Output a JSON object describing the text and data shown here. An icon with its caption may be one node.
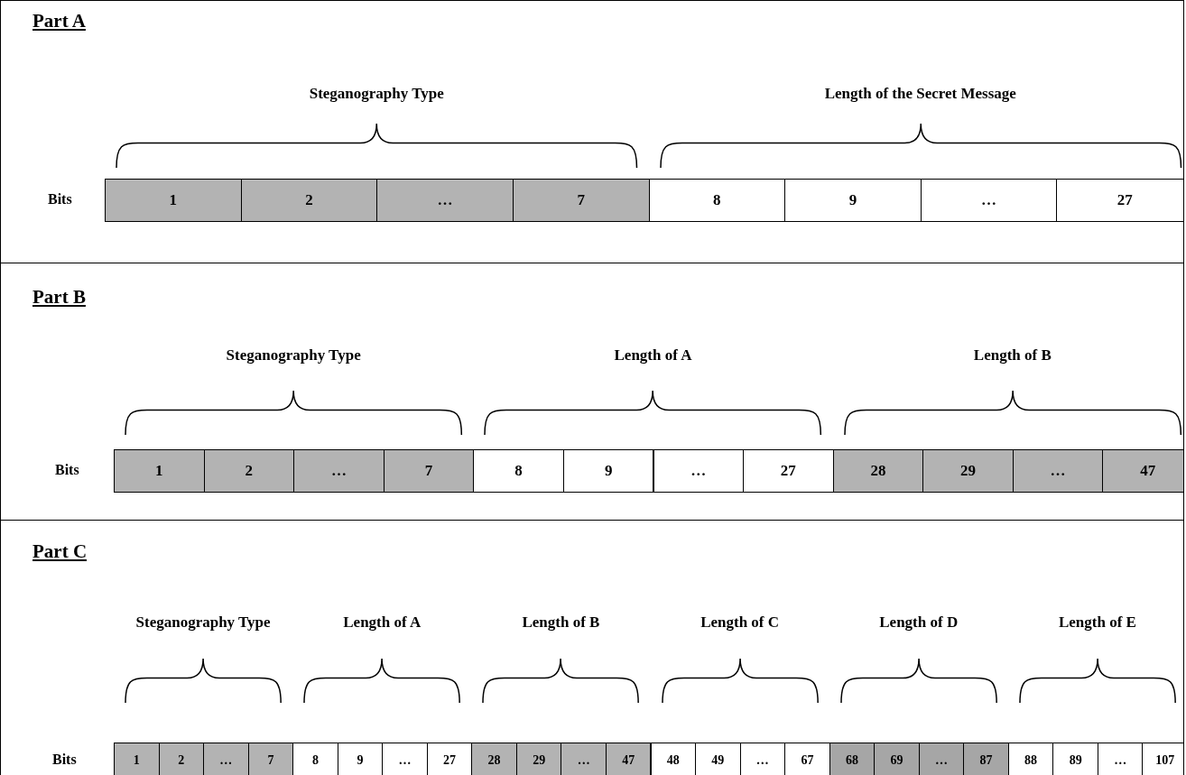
{
  "diagram": {
    "nodes": [
      {
        "text": [
          "Part A"
        ]
      },
      {
        "text": [
          "1"
        ],
        "in": 0
      },
      {
        "text": [
          "2"
        ],
        "in": 0
      },
      {
        "text": [
          "…"
        ],
        "in": 0
      },
      {
        "text": [
          "7"
        ],
        "in": 0
      },
      {
        "text": [
          "8"
        ],
        "in": 0
      },
      {
        "text": [
          "9"
        ],
        "in": 0
      },
      {
        "text": [
          "…"
        ],
        "in": 0
      },
      {
        "text": [
          "27"
        ],
        "in": 0
      },
      {
        "text": [
          "Part B"
        ]
      },
      {
        "text": [
          "1"
        ],
        "in": 9
      },
      {
        "text": [
          "2"
        ],
        "in": 9
      },
      {
        "text": [
          "…"
        ],
        "in": 9
      },
      {
        "text": [
          "7"
        ],
        "in": 9
      },
      {
        "text": [
          "8"
        ],
        "in": 9
      },
      {
        "text": [
          "9"
        ],
        "in": 9
      },
      {
        "text": [
          "…"
        ],
        "in": 9
      },
      {
        "text": [
          "27"
        ],
        "in": 9
      },
      {
        "text": [
          "28"
        ],
        "in": 9
      },
      {
        "text": [
          "29"
        ],
        "in": 9
      },
      {
        "text": [
          "…"
        ],
        "in": 9
      },
      {
        "text": [
          "47"
        ],
        "in": 9
      },
      {
        "text": [
          "Part C"
        ]
      },
      {
        "text": [
          "1"
        ],
        "in": 22
      },
      {
        "text": [
          "2"
        ],
        "in": 22
      },
      {
        "text": [
          "…"
        ],
        "in": 22
      },
      {
        "text": [
          "7"
        ],
        "in": 22
      },
      {
        "text": [
          "8"
        ],
        "in": 22
      },
      {
        "text": [
          "9"
        ],
        "in": 22
      },
      {
        "text": [
          "…"
        ],
        "in": 22
      },
      {
        "text": [
          "27"
        ],
        "in": 22
      },
      {
        "text": [
          "28"
        ],
        "in": 22
      },
      {
        "text": [
          "29"
        ],
        "in": 22
      },
      {
        "text": [
          "…"
        ],
        "in": 22
      },
      {
        "text": [
          "47"
        ],
        "in": 22
      },
      {
        "text": [
          "48"
        ],
        "in": 22
      },
      {
        "text": [
          "49"
        ],
        "in": 22
      },
      {
        "text": [
          "…"
        ],
        "in": 22
      },
      {
        "text": [
          "67"
        ],
        "in": 22
      },
      {
        "text": [
          "68"
        ],
        "in": 22
      },
      {
        "text": [
          "69"
        ],
        "in": 22
      },
      {
        "text": [
          "…"
        ],
        "in": 22
      },
      {
        "text": [
          "87"
        ],
        "in": 22
      },
      {
        "text": [
          "88"
        ],
        "in": 22
      },
      {
        "text": [
          "89"
        ],
        "in": 22
      },
      {
        "text": [
          "…"
        ],
        "in": 22
      },
      {
        "text": [
          "107"
        ],
        "in": 22
      }
    ],
    "labels": [
      "Steganography Type",
      "Length of the Secret Message",
      "Bits",
      "Steganography Type",
      "Length of A",
      "Length of B",
      "Bits",
      "Steganography Type",
      "Length of A",
      "Length of B",
      "Length of C",
      "Length of D",
      "Length of E",
      "Bits"
    ]
  }
}
